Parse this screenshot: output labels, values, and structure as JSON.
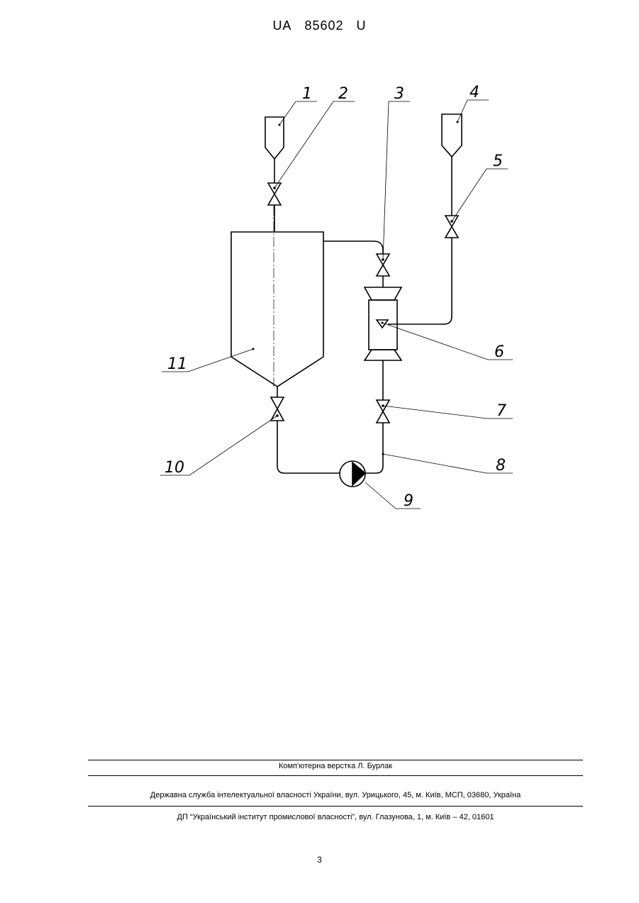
{
  "header": {
    "country": "UA",
    "number": "85602",
    "kind": "U"
  },
  "figure": {
    "labels": [
      "1",
      "2",
      "3",
      "4",
      "5",
      "6",
      "7",
      "8",
      "9",
      "10",
      "11"
    ]
  },
  "footer": {
    "layout": "Комп'ютерна верстка Л. Бурлак",
    "office": "Державна служба інтелектуальної власності України, вул. Урицького, 45, м. Київ, МСП, 03680, Україна",
    "institute": "ДП “Український інститут промислової власності”, вул. Глазунова, 1, м. Київ – 42, 01601"
  },
  "page_number": "3"
}
